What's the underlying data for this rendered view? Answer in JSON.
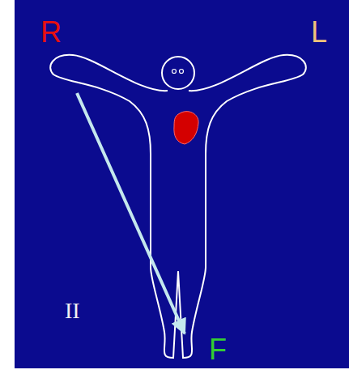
{
  "diagram": {
    "labels": [
      "R",
      "L",
      "II",
      "F"
    ]
  }
}
